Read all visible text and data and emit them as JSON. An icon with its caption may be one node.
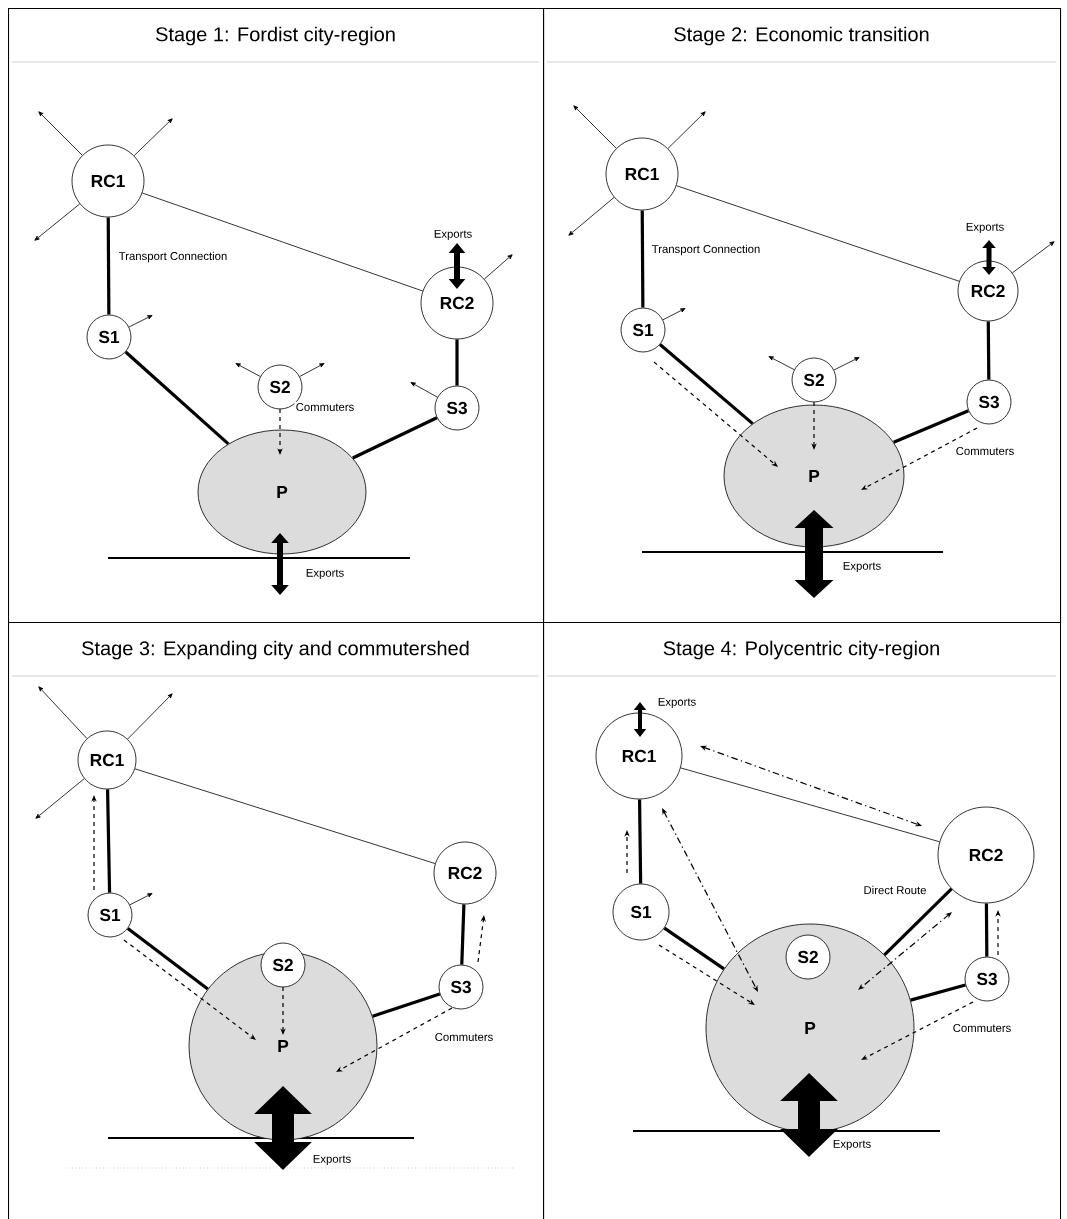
{
  "diagram": {
    "nodes": [
      {
        "text": [
          "Stage 1: Fordist city-region"
        ]
      },
      {
        "text": [
          "RC1"
        ],
        "in": 0
      },
      {
        "text": [
          "RC2"
        ],
        "in": 0
      },
      {
        "text": [
          "S1"
        ],
        "in": 0
      },
      {
        "text": [
          "P"
        ],
        "in": 0
      },
      {
        "text": [
          "S2"
        ],
        "in": 0
      },
      {
        "text": [
          "S3"
        ],
        "in": 0
      },
      {
        "text": [
          "Stage 2: Economic transition"
        ]
      },
      {
        "text": [
          "RC1"
        ],
        "in": 7
      },
      {
        "text": [
          "RC2"
        ],
        "in": 7
      },
      {
        "text": [
          "S1"
        ],
        "in": 7
      },
      {
        "text": [
          "P"
        ],
        "in": 7
      },
      {
        "text": [
          "S2"
        ],
        "in": 7
      },
      {
        "text": [
          "S3"
        ],
        "in": 7
      },
      {
        "text": [
          "Stage 3: Expanding city and commutershed"
        ]
      },
      {
        "text": [
          "RC1"
        ],
        "in": 14
      },
      {
        "text": [
          "RC2"
        ],
        "in": 14
      },
      {
        "text": [
          "S1"
        ],
        "in": 14
      },
      {
        "text": [
          "P"
        ],
        "in": 14
      },
      {
        "text": [
          "S2"
        ],
        "in": 14
      },
      {
        "text": [
          "S3"
        ],
        "in": 14
      },
      {
        "text": [
          "Stage 4: Polycentric city-region"
        ]
      },
      {
        "text": [
          "RC1"
        ],
        "in": 21
      },
      {
        "text": [
          "RC2"
        ],
        "in": 21
      },
      {
        "text": [
          "S1"
        ],
        "in": 21
      },
      {
        "text": [
          "P"
        ],
        "in": 21
      },
      {
        "text": [
          "S2"
        ],
        "in": 25
      },
      {
        "text": [
          "S3"
        ],
        "in": 21
      }
    ],
    "edges": [
      {
        "from": 1,
        "to": 2,
        "arrow": "none"
      },
      {
        "from": 1,
        "to": 3,
        "arrow": "none",
        "style": "thick",
        "label": "Transport Connection"
      },
      {
        "from": 3,
        "to": 4,
        "arrow": "none",
        "style": "thick"
      },
      {
        "from": 6,
        "to": 4,
        "arrow": "none",
        "style": "thick"
      },
      {
        "from": 2,
        "to": 6,
        "arrow": "none",
        "style": "thick"
      },
      {
        "from": 5,
        "to": 4,
        "arrow": "to",
        "style": "dashed",
        "label": "Commuters"
      },
      {
        "from": 4,
        "to": null,
        "arrow": "both",
        "style": "thick",
        "label": "Exports"
      },
      {
        "from": 2,
        "to": null,
        "arrow": "both",
        "style": "thick",
        "label": "Exports"
      },
      {
        "from": 1,
        "to": null,
        "arrow": "to"
      },
      {
        "from": 1,
        "to": null,
        "arrow": "to"
      },
      {
        "from": 1,
        "to": null,
        "arrow": "to"
      },
      {
        "from": 2,
        "to": null,
        "arrow": "to"
      },
      {
        "from": 3,
        "to": null,
        "arrow": "to"
      },
      {
        "from": 5,
        "to": null,
        "arrow": "to"
      },
      {
        "from": 5,
        "to": null,
        "arrow": "to"
      },
      {
        "from": 6,
        "to": null,
        "arrow": "to"
      },
      {
        "from": 8,
        "to": 9,
        "arrow": "none"
      },
      {
        "from": 8,
        "to": 10,
        "arrow": "none",
        "style": "thick",
        "label": "Transport Connection"
      },
      {
        "from": 10,
        "to": 11,
        "arrow": "none",
        "style": "thick"
      },
      {
        "from": 13,
        "to": 11,
        "arrow": "none",
        "style": "thick"
      },
      {
        "from": 9,
        "to": 13,
        "arrow": "none",
        "style": "thick"
      },
      {
        "from": 10,
        "to": 11,
        "arrow": "to",
        "style": "dashed"
      },
      {
        "from": 12,
        "to": 11,
        "arrow": "to",
        "style": "dashed"
      },
      {
        "from": 13,
        "to": 11,
        "arrow": "to",
        "style": "dashed",
        "label": "Commuters"
      },
      {
        "from": 11,
        "to": null,
        "arrow": "both",
        "style": "thick",
        "label": "Exports"
      },
      {
        "from": 9,
        "to": null,
        "arrow": "both",
        "style": "thick",
        "label": "Exports"
      },
      {
        "from": 8,
        "to": null,
        "arrow": "to"
      },
      {
        "from": 8,
        "to": null,
        "arrow": "to"
      },
      {
        "from": 8,
        "to": null,
        "arrow": "to"
      },
      {
        "from": 9,
        "to": null,
        "arrow": "to"
      },
      {
        "from": 10,
        "to": null,
        "arrow": "to"
      },
      {
        "from": 12,
        "to": null,
        "arrow": "to"
      },
      {
        "from": 12,
        "to": null,
        "arrow": "to"
      },
      {
        "from": 15,
        "to": 16,
        "arrow": "none"
      },
      {
        "from": 15,
        "to": 17,
        "arrow": "none",
        "style": "thick"
      },
      {
        "from": 17,
        "to": 18,
        "arrow": "none",
        "style": "thick"
      },
      {
        "from": 20,
        "to": 18,
        "arrow": "none",
        "style": "thick"
      },
      {
        "from": 16,
        "to": 20,
        "arrow": "none",
        "style": "thick"
      },
      {
        "from": 17,
        "to": 15,
        "arrow": "to",
        "style": "dashed"
      },
      {
        "from": 17,
        "to": 18,
        "arrow": "to",
        "style": "dashed"
      },
      {
        "from": 19,
        "to": 18,
        "arrow": "to",
        "style": "dashed"
      },
      {
        "from": 20,
        "to": 18,
        "arrow": "to",
        "style": "dashed",
        "label": "Commuters"
      },
      {
        "from": 20,
        "to": 16,
        "arrow": "to",
        "style": "dashed"
      },
      {
        "from": 18,
        "to": null,
        "arrow": "both",
        "style": "thick",
        "label": "Exports"
      },
      {
        "from": 15,
        "to": null,
        "arrow": "to"
      },
      {
        "from": 15,
        "to": null,
        "arrow": "to"
      },
      {
        "from": 15,
        "to": null,
        "arrow": "to"
      },
      {
        "from": 17,
        "to": null,
        "arrow": "to"
      },
      {
        "from": 22,
        "to": 23,
        "arrow": "none"
      },
      {
        "from": 22,
        "to": 24,
        "arrow": "none",
        "style": "thick"
      },
      {
        "from": 24,
        "to": 25,
        "arrow": "none",
        "style": "thick"
      },
      {
        "from": 27,
        "to": 25,
        "arrow": "none",
        "style": "thick"
      },
      {
        "from": 23,
        "to": 27,
        "arrow": "none",
        "style": "thick"
      },
      {
        "from": 23,
        "to": 25,
        "arrow": "none",
        "style": "thick",
        "label": "Direct Route"
      },
      {
        "from": 24,
        "to": 22,
        "arrow": "to",
        "style": "dashed"
      },
      {
        "from": 24,
        "to": 25,
        "arrow": "to",
        "style": "dashed"
      },
      {
        "from": 27,
        "to": 25,
        "arrow": "to",
        "style": "dashed",
        "label": "Commuters"
      },
      {
        "from": 27,
        "to": 23,
        "arrow": "to",
        "style": "dashed"
      },
      {
        "from": 22,
        "to": 23,
        "arrow": "both",
        "style": "dashed"
      },
      {
        "from": 22,
        "to": 25,
        "arrow": "both",
        "style": "dashed"
      },
      {
        "from": 23,
        "to": 25,
        "arrow": "both",
        "style": "dashed"
      },
      {
        "from": 25,
        "to": null,
        "arrow": "both",
        "style": "thick",
        "label": "Exports"
      },
      {
        "from": 22,
        "to": null,
        "arrow": "both",
        "style": "thick",
        "label": "Exports"
      }
    ]
  }
}
